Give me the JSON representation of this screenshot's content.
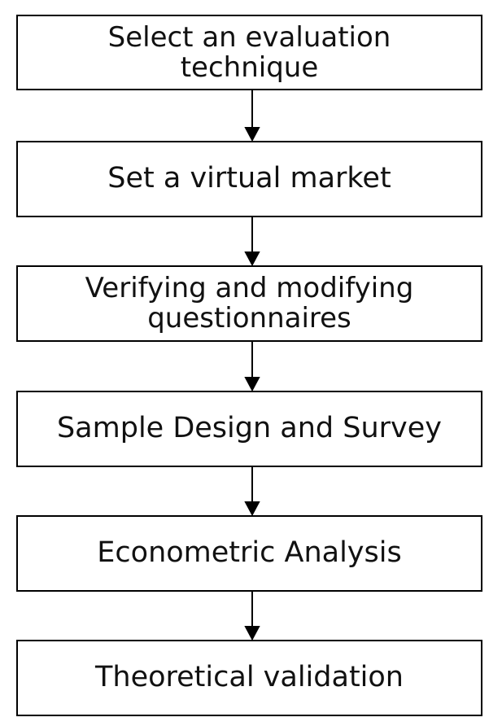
{
  "steps": [
    {
      "label": "Select an evaluation\ntechnique"
    },
    {
      "label": "Set a virtual market"
    },
    {
      "label": "Verifying and modifying\nquestionnaires"
    },
    {
      "label": "Sample Design and Survey"
    },
    {
      "label": "Econometric Analysis"
    },
    {
      "label": "Theoretical validation"
    }
  ]
}
